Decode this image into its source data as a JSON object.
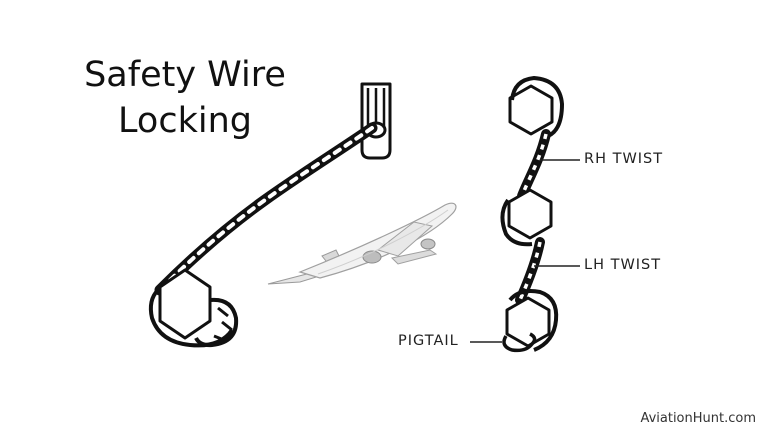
{
  "title": {
    "line1": "Safety Wire",
    "line2": "Locking"
  },
  "labels": {
    "rh_twist": "RH TWIST",
    "lh_twist": "LH TWIST",
    "pigtail": "PIGTAIL"
  },
  "credit": "AviationHunt.com",
  "colors": {
    "ink": "#111111",
    "label": "#222222",
    "plane_body": "#f2f2f2",
    "plane_shadow": "#bdbdbd"
  },
  "icons": [
    "bolt-head-icon",
    "safety-wire-strand",
    "airplane-image",
    "hex-nut-icon"
  ]
}
